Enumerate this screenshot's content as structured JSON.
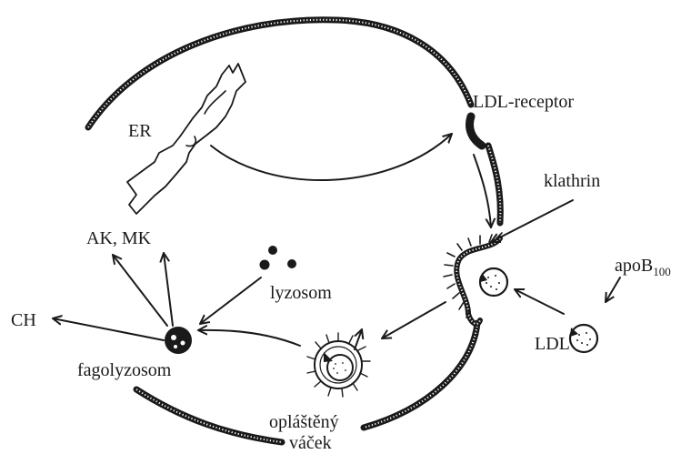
{
  "labels": {
    "er": "ER",
    "ldl_receptor": "LDL-receptor",
    "klathrin": "klathrin",
    "apob": "apoB",
    "apob_sub": "100",
    "ak_mk": "AK,  MK",
    "lyzosom": "lyzosom",
    "ch": "CH",
    "ldl": "LDL",
    "fagolyzosom": "fagolyzosom",
    "oplasteny_line1": "opláštěný",
    "oplasteny_line2": "váček"
  },
  "colors": {
    "ink": "#1a1a1a",
    "background": "#ffffff"
  }
}
